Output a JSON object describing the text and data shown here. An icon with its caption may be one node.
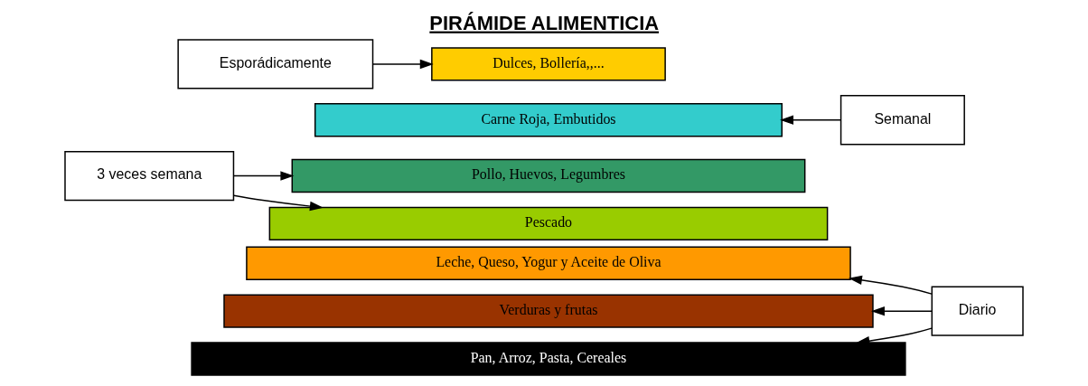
{
  "diagram": {
    "title": "PIRÁMIDE ALIMENTICIA",
    "nodes": [
      {
        "text": [
          "Esporádicamente"
        ]
      },
      {
        "text": [
          "Dulces, Bollería,,..."
        ]
      },
      {
        "text": [
          "Carne Roja, Embutidos"
        ]
      },
      {
        "text": [
          "Semanal"
        ]
      },
      {
        "text": [
          "3 veces semana"
        ]
      },
      {
        "text": [
          "Pollo, Huevos, Legumbres"
        ]
      },
      {
        "text": [
          "Pescado"
        ]
      },
      {
        "text": [
          "Leche, Queso, Yogur y Aceite de Oliva"
        ]
      },
      {
        "text": [
          "Verduras y frutas"
        ]
      },
      {
        "text": [
          "Diario"
        ]
      },
      {
        "text": [
          "Pan, Arroz, Pasta, Cereales"
        ]
      }
    ],
    "edges": [
      {
        "from": 0,
        "to": 1,
        "arrow": "to"
      },
      {
        "from": 3,
        "to": 2,
        "arrow": "to"
      },
      {
        "from": 4,
        "to": 5,
        "arrow": "to"
      },
      {
        "from": 4,
        "to": 6,
        "arrow": "to"
      },
      {
        "from": 9,
        "to": 7,
        "arrow": "to"
      },
      {
        "from": 9,
        "to": 8,
        "arrow": "to"
      },
      {
        "from": 9,
        "to": 10,
        "arrow": "to"
      }
    ]
  }
}
